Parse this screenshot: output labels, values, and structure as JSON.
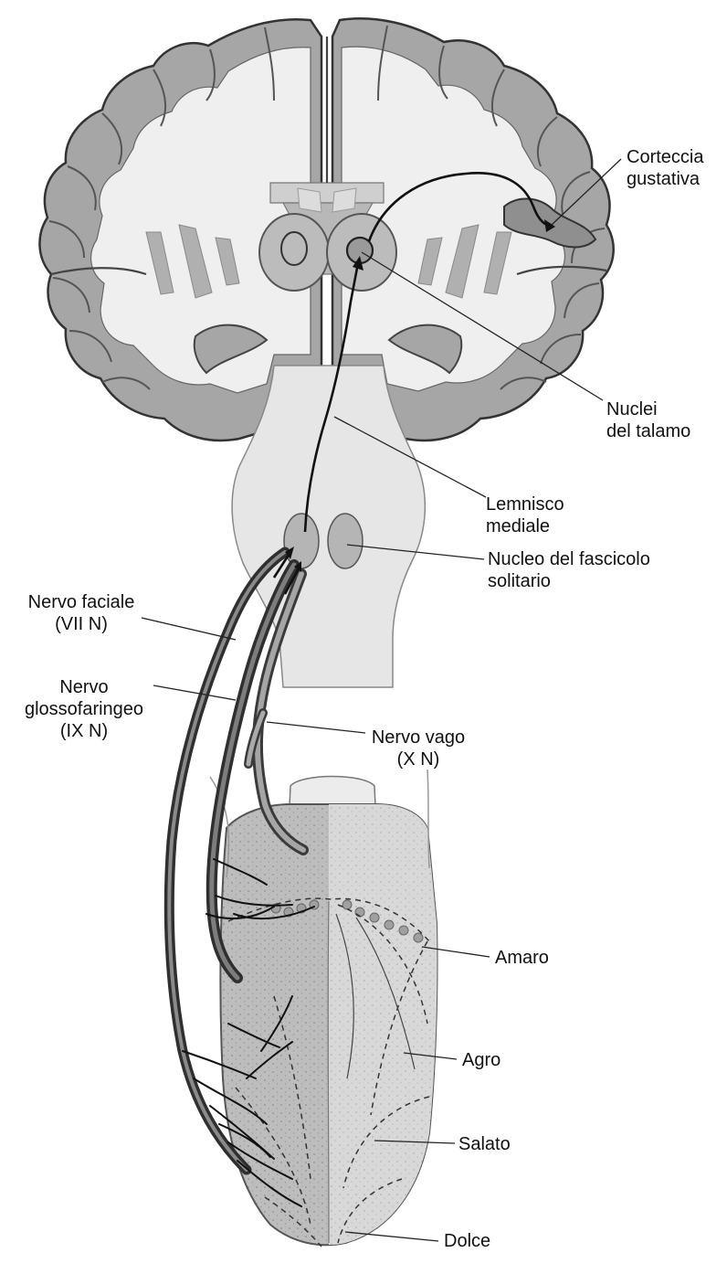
{
  "labels": {
    "corteccia_line1": "Corteccia",
    "corteccia_line2": "gustativa",
    "talamo_line1": "Nuclei",
    "talamo_line2": "del talamo",
    "lemnisco_line1": "Lemnisco",
    "lemnisco_line2": "mediale",
    "facciale_line1": "Nervo faciale",
    "facciale_line2": "(VII N)",
    "nucleo_line1": "Nucleo del fascicolo",
    "nucleo_line2": "solitario",
    "glosso_line1": "Nervo",
    "glosso_line2": "glossofaringeo",
    "glosso_line3": "(IX N)",
    "vago_line1": "Nervo vago",
    "vago_line2": "(X N)",
    "amaro": "Amaro",
    "agro": "Agro",
    "salato": "Salato",
    "dolce": "Dolce"
  },
  "colors": {
    "cortex": "#a6a6a6",
    "white_matter": "#efefef",
    "brainstem": "#e6e6e6",
    "nucleus": "#b5b5b5",
    "tongue": "#b9b9b9",
    "tongue_light": "#d6d6d6",
    "pathway": "#111111",
    "nerve": "#2f2f2f",
    "leader": "#222222"
  }
}
